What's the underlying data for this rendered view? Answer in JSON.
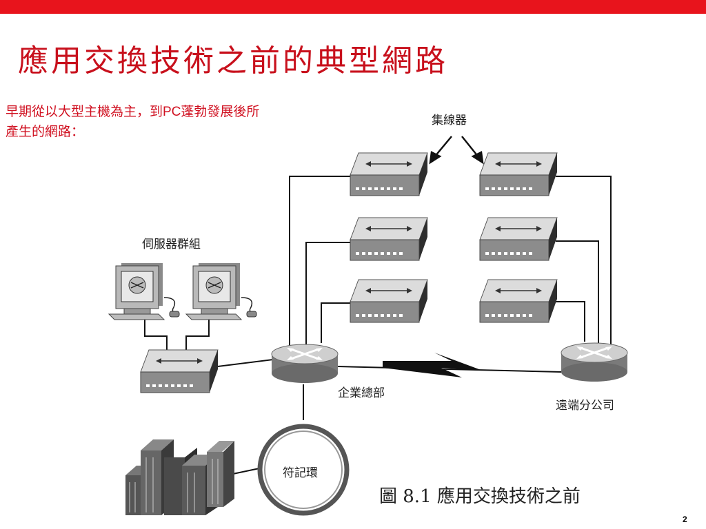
{
  "slide": {
    "title": "應用交換技術之前的典型網路",
    "intro": "早期從以大型主機為主，到PC蓬勃發展後所產生的網路：",
    "page_number": "2",
    "accent_color": "#e8141c",
    "title_color": "#c8101c"
  },
  "diagram": {
    "labels": {
      "hubs": "集線器",
      "server_farm": "伺服器群組",
      "headquarters": "企業總部",
      "branch": "遠端分公司",
      "token_ring": "符記環"
    },
    "caption": "圖 8.1 應用交換技術之前",
    "nodes": [
      "server",
      "server",
      "hub",
      "hub",
      "hub",
      "hub",
      "hub",
      "hub",
      "hub",
      "router",
      "router",
      "token-ring",
      "mainframe"
    ],
    "links": [
      [
        "server-1",
        "server-farm-hub"
      ],
      [
        "server-2",
        "server-farm-hub"
      ],
      [
        "server-farm-hub",
        "router-hq"
      ],
      [
        "router-hq",
        "hub-left-1"
      ],
      [
        "router-hq",
        "hub-left-2"
      ],
      [
        "router-hq",
        "hub-left-3"
      ],
      [
        "router-branch",
        "hub-right-1"
      ],
      [
        "router-branch",
        "hub-right-2"
      ],
      [
        "router-branch",
        "hub-right-3"
      ],
      [
        "router-hq",
        "router-branch",
        "wan"
      ],
      [
        "router-hq",
        "token-ring"
      ],
      [
        "token-ring",
        "mainframe"
      ]
    ]
  }
}
